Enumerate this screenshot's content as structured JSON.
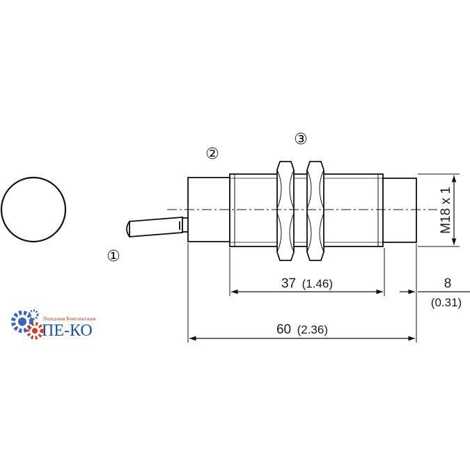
{
  "drawing": {
    "callouts": [
      "①",
      "②",
      "③"
    ],
    "dimensions": {
      "thread": "M18 x 1",
      "thread_length": {
        "value": "37",
        "imperial": "(1.46)"
      },
      "tip_length": {
        "value": "8",
        "imperial": "(0.31)"
      },
      "total_length": {
        "value": "60",
        "imperial": "(2.36)"
      }
    }
  },
  "logo": {
    "tagline": "Передовая Комплектация",
    "name": "ПЕ-КО",
    "colors": {
      "gear_blue": "#3a63b8",
      "gear_red": "#d23a2a",
      "text_blue": "#1f4fa3"
    }
  }
}
